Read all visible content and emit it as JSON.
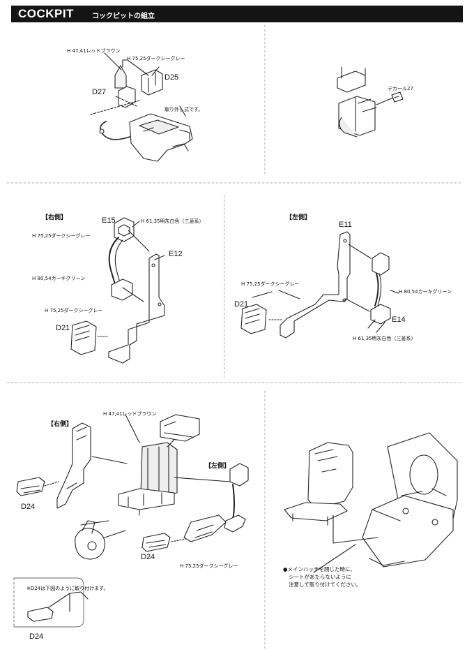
{
  "header": {
    "title": "COCKPIT",
    "subtitle": "コックピットの組立"
  },
  "panel1": {
    "labels": {
      "red_brown": "H 47,41レッドブラウン",
      "dark_sea_gray": "H 75,25ダークシーグレー",
      "part_d27": "D27",
      "part_d25": "D25",
      "removable": "取り外し式です。"
    }
  },
  "panel2": {
    "labels": {
      "decal": "デカール27"
    }
  },
  "panel3": {
    "labels": {
      "side": "【右側】",
      "part_e15": "E15",
      "color_e15": "H 61,35明灰白色（三菱系）",
      "dark_sea_gray": "H 75,25ダークシーグレー",
      "part_e12": "E12",
      "khaki_green": "H 80,54カーキグリーン",
      "dark_sea_gray_2": "H 75,25ダークシーグレー",
      "part_d21": "D21"
    }
  },
  "panel4": {
    "labels": {
      "side": "【左側】",
      "part_e11": "E11",
      "dark_sea_gray": "H 75,25ダークシーグレー",
      "khaki_green": "H 80,54カーキグリーン",
      "part_d21": "D21",
      "part_e14": "E14",
      "color_e14": "H 61,35明灰白色（三菱系）"
    }
  },
  "panel5": {
    "labels": {
      "side_right": "【右側】",
      "red_brown": "H 47,41レッドブラウン",
      "side_left": "【左側】",
      "part_d24_a": "D24",
      "part_d24_b": "D24",
      "dark_sea_gray": "H 75,25ダークシーグレー",
      "inset_note": "※D24は下図のように取り付けます。",
      "inset_part": "D24"
    }
  },
  "panel6": {
    "note_lines": [
      "●メインハッチを閉じた時に、",
      "シートがあたらないように",
      "注意して取り付けてください。"
    ]
  }
}
